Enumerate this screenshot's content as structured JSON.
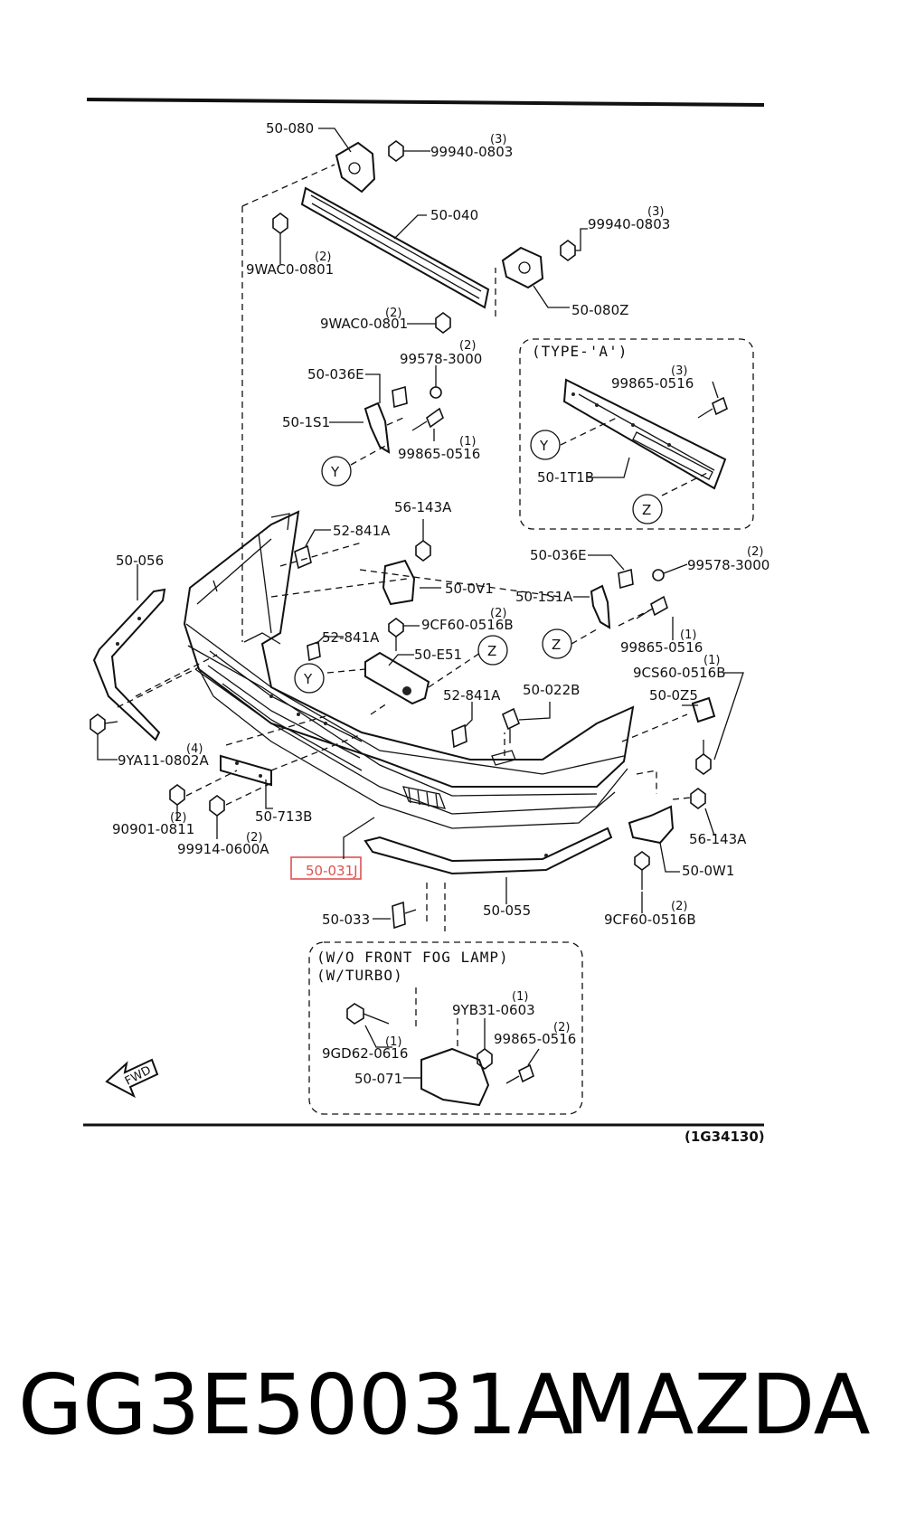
{
  "diagram": {
    "reference_code": "(1G34130)",
    "direction_marker": "FWD",
    "highlighted_part": "50-031J",
    "boxes": {
      "type_a": "(TYPE-'A')",
      "fog_lamp_line1": "(W/O FRONT FOG LAMP)",
      "fog_lamp_line2": "(W/TURBO)"
    },
    "callouts": {
      "y1": "Y",
      "y2": "Y",
      "y3": "Y",
      "z1": "Z",
      "z2": "Z",
      "z3": "Z"
    },
    "parts": {
      "p50_080": "50-080",
      "p99940_0803_a": "99940-0803",
      "q99940_0803_a": "(3)",
      "p9wac0_0801_a": "9WAC0-0801",
      "q9wac0_0801_a": "(2)",
      "p50_040": "50-040",
      "p99940_0803_b": "99940-0803",
      "q99940_0803_b": "(3)",
      "p50_080z": "50-080Z",
      "p9wac0_0801_b": "9WAC0-0801",
      "q9wac0_0801_b": "(2)",
      "p99578_3000_a": "99578-3000",
      "q99578_3000_a": "(2)",
      "p50_036e_a": "50-036E",
      "p50_1s1": "50-1S1",
      "p99865_0516_a": "99865-0516",
      "q99865_0516_a": "(1)",
      "p99865_0516_b": "99865-0516",
      "q99865_0516_b": "(3)",
      "p50_1t1b": "50-1T1B",
      "p56_143a_a": "56-143A",
      "p52_841a_a": "52-841A",
      "p50_056": "50-056",
      "p50_0v1": "50-0V1",
      "p9cf60_0516b_a": "9CF60-0516B",
      "q9cf60_0516b_a": "(2)",
      "p52_841a_b": "52-841A",
      "p50_e51": "50-E51",
      "p50_036e_b": "50-036E",
      "p99578_3000_b": "99578-3000",
      "q99578_3000_b": "(2)",
      "p50_1s1a": "50-1S1A",
      "p99865_0516_c": "99865-0516",
      "q99865_0516_c": "(1)",
      "p9cs60_0516b": "9CS60-0516B",
      "q9cs60_0516b": "(1)",
      "p52_841a_c": "52-841A",
      "p50_022b": "50-022B",
      "p50_0z5": "50-0Z5",
      "p9ya11_0802a": "9YA11-0802A",
      "q9ya11_0802a": "(4)",
      "p90901_0811": "90901-0811",
      "q90901_0811": "(2)",
      "p50_713b": "50-713B",
      "p99914_0600a": "99914-0600A",
      "q99914_0600a": "(2)",
      "p50_031j": "50-031J",
      "p56_143a_b": "56-143A",
      "p50_0w1": "50-0W1",
      "p50_055": "50-055",
      "p9cf60_0516b_b": "9CF60-0516B",
      "q9cf60_0516b_b": "(2)",
      "p50_033": "50-033",
      "p9yb31_0603": "9YB31-0603",
      "q9yb31_0603": "(1)",
      "p99865_0516_d": "99865-0516",
      "q99865_0516_d": "(2)",
      "p9gd62_0616": "9GD62-0616",
      "q9gd62_0616": "(1)",
      "p50_071": "50-071"
    }
  },
  "footer": {
    "part_number": "GG3E50031A",
    "brand": "MAZDA"
  },
  "colors": {
    "line": "#111111",
    "highlight_border": "#e05050",
    "background": "#ffffff"
  }
}
